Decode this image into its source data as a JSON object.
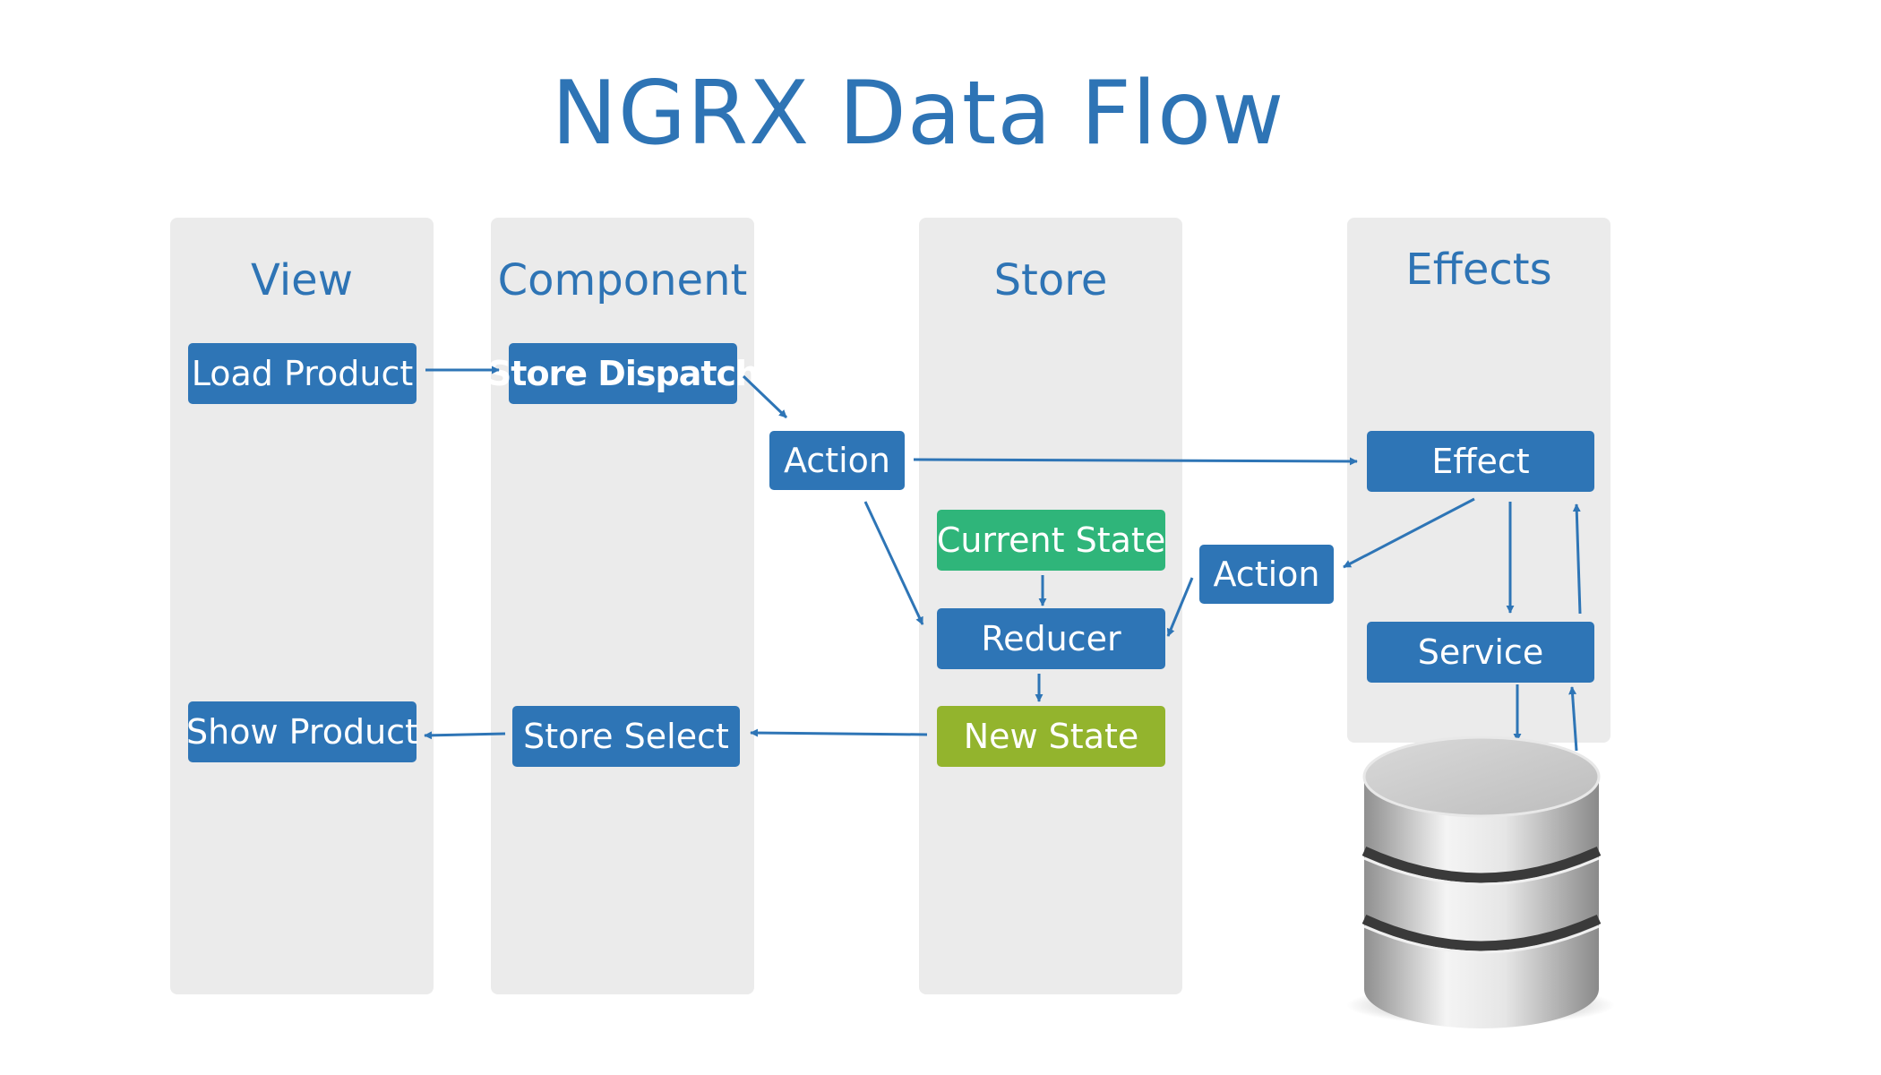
{
  "title": "NGRX Data Flow",
  "lanes": {
    "view": "View",
    "component": "Component",
    "store": "Store",
    "effects": "Effects"
  },
  "boxes": {
    "load_product": "Load Product",
    "store_dispatch": "Store Dispatch",
    "action_1": "Action",
    "effect": "Effect",
    "current_state": "Current State",
    "action_2": "Action",
    "reducer": "Reducer",
    "service": "Service",
    "show_product": "Show Product",
    "store_select": "Store Select",
    "new_state": "New State"
  },
  "colors": {
    "title": "#2e74b5",
    "box_blue": "#2e75b6",
    "current_state": "#2fb57a",
    "new_state": "#93b42d",
    "lane_bg": "#ebebeb"
  },
  "icons": {
    "database": "database-icon"
  }
}
